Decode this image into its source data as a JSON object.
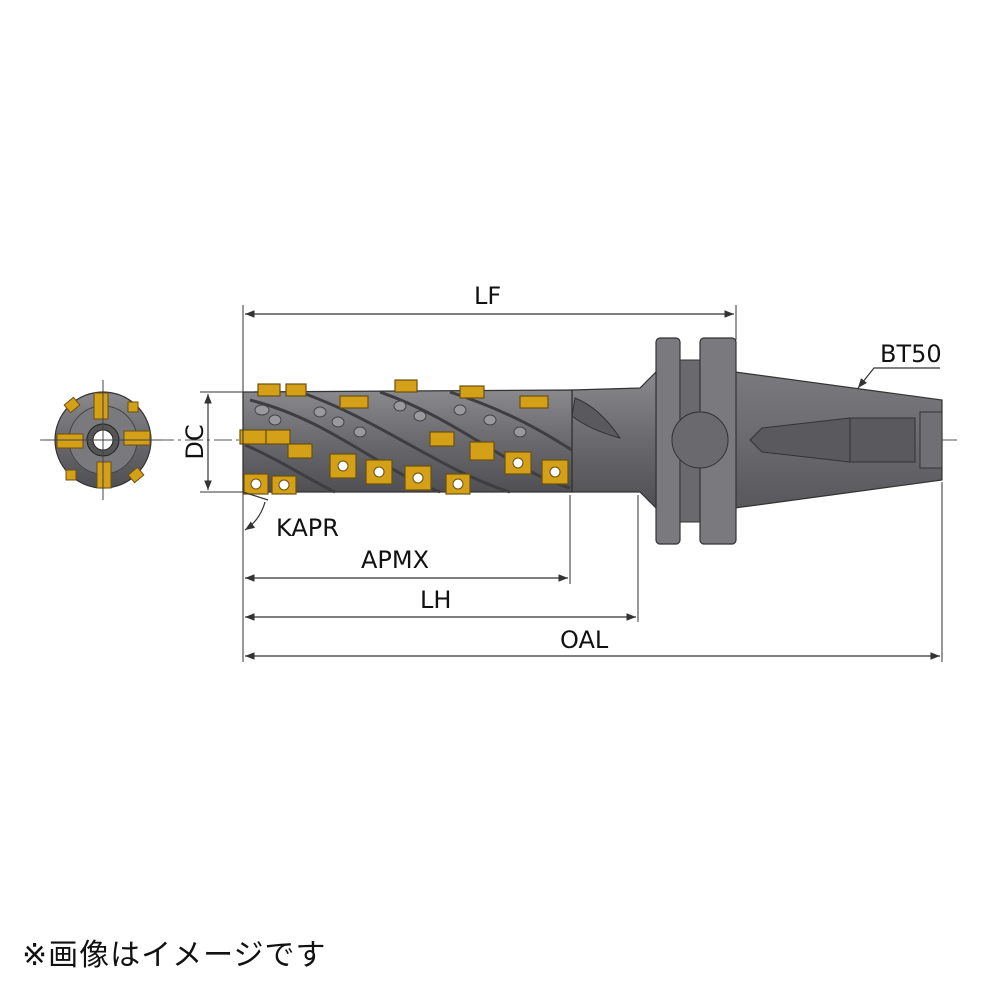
{
  "labels": {
    "lf": "LF",
    "dc": "DC",
    "kapr": "KAPR",
    "apmx": "APMX",
    "lh": "LH",
    "oal": "OAL",
    "bt50": "BT50"
  },
  "note": "※画像はイメージです",
  "colors": {
    "steel": "#6e6e72",
    "steel_dark": "#4a4a4e",
    "steel_light": "#8c8c90",
    "insert": "#d4a017",
    "insert_dark": "#8a6a10",
    "line": "#333333"
  }
}
